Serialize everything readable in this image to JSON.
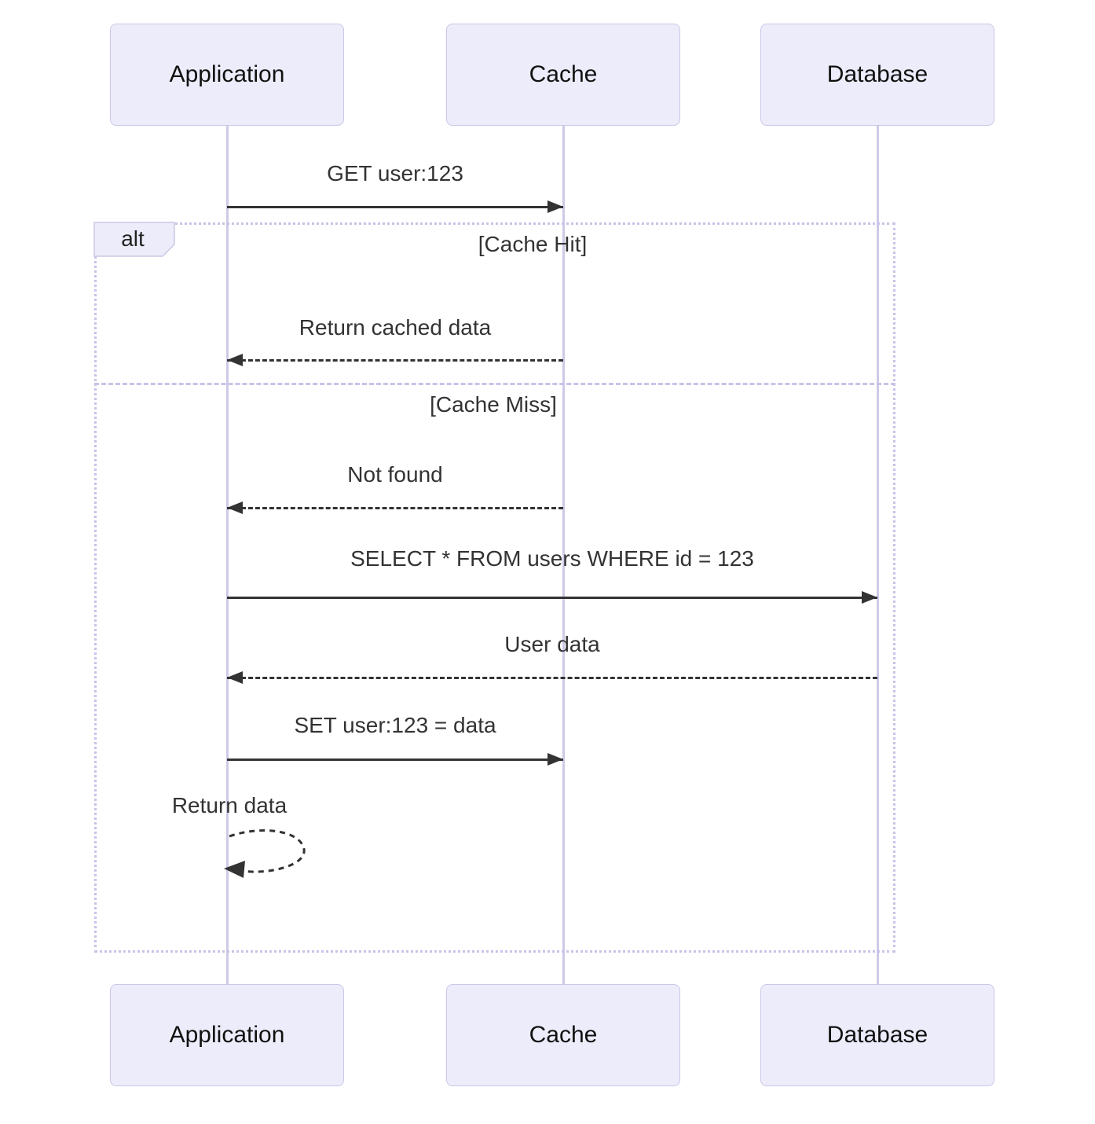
{
  "diagram": {
    "type": "sequence-diagram",
    "participants": [
      {
        "name": "Application"
      },
      {
        "name": "Cache"
      },
      {
        "name": "Database"
      }
    ],
    "alt_frame": {
      "label": "alt",
      "sections": [
        {
          "condition": "[Cache Hit]"
        },
        {
          "condition": "[Cache Miss]"
        }
      ]
    },
    "messages": [
      {
        "from": "Application",
        "to": "Cache",
        "text": "GET user:123",
        "line": "solid"
      },
      {
        "from": "Cache",
        "to": "Application",
        "text": "Return cached data",
        "line": "dashed"
      },
      {
        "from": "Cache",
        "to": "Application",
        "text": "Not found",
        "line": "dashed"
      },
      {
        "from": "Application",
        "to": "Database",
        "text": "SELECT * FROM users WHERE id = 123",
        "line": "solid"
      },
      {
        "from": "Database",
        "to": "Application",
        "text": "User data",
        "line": "dashed"
      },
      {
        "from": "Application",
        "to": "Cache",
        "text": "SET user:123 = data",
        "line": "solid"
      },
      {
        "from": "Application",
        "to": "Application",
        "text": "Return data",
        "line": "dashed-self"
      }
    ],
    "colors": {
      "actor_fill": "#ECECFB",
      "actor_border": "#CCC7E5",
      "lifeline": "#CFC9E8",
      "frame_border": "#C8C3E8",
      "message_text": "#333333",
      "arrow": "#333333",
      "actor_text": "#111111",
      "background": "#ffffff"
    }
  }
}
